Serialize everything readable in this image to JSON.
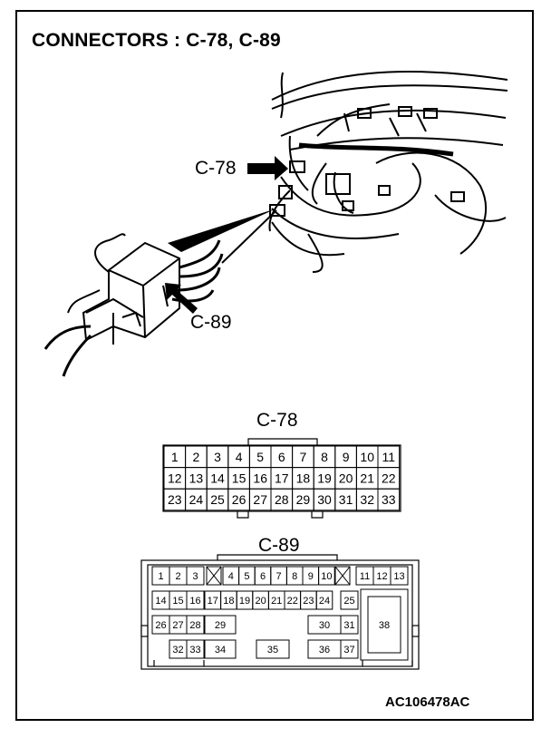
{
  "title": "CONNECTORS : C-78, C-89",
  "callouts": {
    "c78": "C-78",
    "c89": "C-89"
  },
  "connector_c78": {
    "label": "C-78",
    "rows": [
      [
        "1",
        "2",
        "3",
        "4",
        "5",
        "6",
        "7",
        "8",
        "9",
        "10",
        "11"
      ],
      [
        "12",
        "13",
        "14",
        "15",
        "16",
        "17",
        "18",
        "19",
        "20",
        "21",
        "22"
      ],
      [
        "23",
        "24",
        "25",
        "26",
        "27",
        "28",
        "29",
        "30",
        "31",
        "32",
        "33"
      ]
    ]
  },
  "connector_c89": {
    "label": "C-89",
    "row1": [
      "1",
      "2",
      "3",
      "4",
      "5",
      "6",
      "7",
      "8",
      "9",
      "10",
      "11",
      "12",
      "13"
    ],
    "row2": [
      "14",
      "15",
      "16",
      "17",
      "18",
      "19",
      "20",
      "21",
      "22",
      "23",
      "24",
      "25"
    ],
    "row3": [
      "26",
      "27",
      "28",
      "29",
      "30",
      "31"
    ],
    "row4": [
      "32",
      "33",
      "34",
      "35",
      "36",
      "37"
    ],
    "big_pin": "38"
  },
  "figure_code": "AC106478AC"
}
